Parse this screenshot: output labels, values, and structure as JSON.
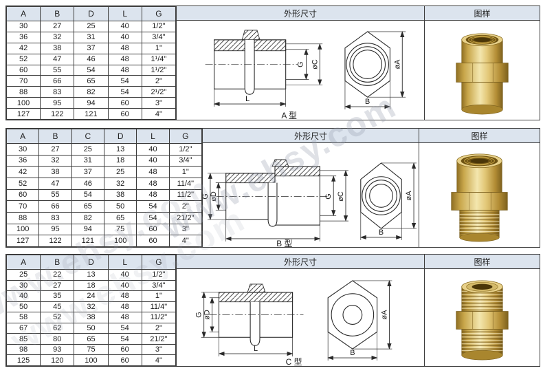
{
  "watermark": "www.ehsy.com",
  "colors": {
    "header_bg": "#dce4ee",
    "table_border": "#3c3c3c",
    "line_color": "#2a2a2a",
    "brass": "#d9b652",
    "brass_dark": "#8f6f23",
    "brass_light": "#f3e6ae"
  },
  "sections": [
    {
      "type_label": "A 型",
      "drawing_header": "外形尺寸",
      "image_header": "图样",
      "columns": [
        "A",
        "B",
        "D",
        "L",
        "G"
      ],
      "rows": [
        [
          "30",
          "27",
          "25",
          "40",
          "1/2\""
        ],
        [
          "36",
          "32",
          "31",
          "40",
          "3/4\""
        ],
        [
          "42",
          "38",
          "37",
          "48",
          "1\""
        ],
        [
          "52",
          "47",
          "46",
          "48",
          "1¹/4\""
        ],
        [
          "60",
          "55",
          "54",
          "48",
          "1¹/2\""
        ],
        [
          "70",
          "66",
          "65",
          "54",
          "2\""
        ],
        [
          "88",
          "83",
          "82",
          "54",
          "2¹/2\""
        ],
        [
          "100",
          "95",
          "94",
          "60",
          "3\""
        ],
        [
          "127",
          "122",
          "121",
          "60",
          "4\""
        ]
      ],
      "labels": {
        "g": "G",
        "oc": "øC",
        "l": "L",
        "oa": "øA",
        "b": "B"
      }
    },
    {
      "type_label": "B 型",
      "drawing_header": "外形尺寸",
      "image_header": "图样",
      "columns": [
        "A",
        "B",
        "C",
        "D",
        "L",
        "G"
      ],
      "rows": [
        [
          "30",
          "27",
          "25",
          "13",
          "40",
          "1/2\""
        ],
        [
          "36",
          "32",
          "31",
          "18",
          "40",
          "3/4\""
        ],
        [
          "42",
          "38",
          "37",
          "25",
          "48",
          "1\""
        ],
        [
          "52",
          "47",
          "46",
          "32",
          "48",
          "11/4\""
        ],
        [
          "60",
          "55",
          "54",
          "38",
          "48",
          "11/2\""
        ],
        [
          "70",
          "66",
          "65",
          "50",
          "54",
          "2\""
        ],
        [
          "88",
          "83",
          "82",
          "65",
          "54",
          "21/2\""
        ],
        [
          "100",
          "95",
          "94",
          "75",
          "60",
          "3\""
        ],
        [
          "127",
          "122",
          "121",
          "100",
          "60",
          "4\""
        ]
      ],
      "labels": {
        "g_left": "G",
        "od": "øD",
        "g_right": "G",
        "oc": "øC",
        "oa": "øA",
        "b": "B"
      }
    },
    {
      "type_label": "C 型",
      "drawing_header": "外形尺寸",
      "image_header": "图样",
      "columns": [
        "A",
        "B",
        "D",
        "L",
        "G"
      ],
      "rows": [
        [
          "25",
          "22",
          "13",
          "40",
          "1/2\""
        ],
        [
          "30",
          "27",
          "18",
          "40",
          "3/4\""
        ],
        [
          "40",
          "35",
          "24",
          "48",
          "1\""
        ],
        [
          "50",
          "45",
          "32",
          "48",
          "11/4\""
        ],
        [
          "58",
          "52",
          "38",
          "48",
          "11/2\""
        ],
        [
          "67",
          "62",
          "50",
          "54",
          "2\""
        ],
        [
          "85",
          "80",
          "65",
          "54",
          "21/2\""
        ],
        [
          "98",
          "93",
          "75",
          "60",
          "3\""
        ],
        [
          "125",
          "120",
          "100",
          "60",
          "4\""
        ]
      ],
      "labels": {
        "g": "G",
        "od": "øD",
        "l": "L",
        "oa": "øA",
        "b": "B"
      }
    }
  ]
}
